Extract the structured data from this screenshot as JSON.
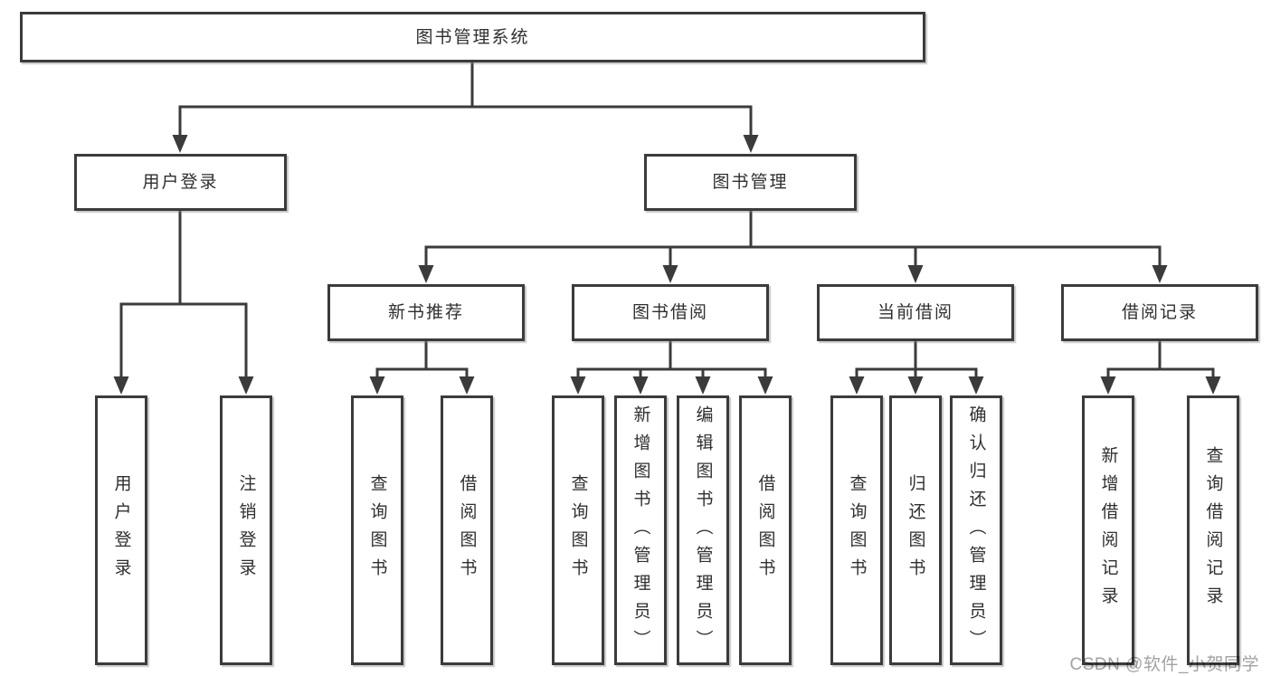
{
  "diagram": {
    "root": {
      "label": "图书管理系统"
    },
    "branches": [
      {
        "label": "用户登录",
        "children": [
          {
            "label": "用户登录"
          },
          {
            "label": "注销登录"
          }
        ]
      },
      {
        "label": "图书管理",
        "children": [
          {
            "label": "新书推荐",
            "children": [
              {
                "label": "查询图书"
              },
              {
                "label": "借阅图书"
              }
            ]
          },
          {
            "label": "图书借阅",
            "children": [
              {
                "label": "查询图书"
              },
              {
                "label": "新增图书（管理员）"
              },
              {
                "label": "编辑图书（管理员）"
              },
              {
                "label": "借阅图书"
              }
            ]
          },
          {
            "label": "当前借阅",
            "children": [
              {
                "label": "查询图书"
              },
              {
                "label": "归还图书"
              },
              {
                "label": "确认归还（管理员）"
              }
            ]
          },
          {
            "label": "借阅记录",
            "children": [
              {
                "label": "新增借阅记录"
              },
              {
                "label": "查询借阅记录"
              }
            ]
          }
        ]
      }
    ]
  },
  "watermark": {
    "text": "CSDN @软件_小贺同学"
  },
  "colors": {
    "line": "#3b3b3b",
    "box_border": "#3b3b3b",
    "text": "#2f2f2f",
    "watermark": "#97979c",
    "background": "#ffffff"
  }
}
